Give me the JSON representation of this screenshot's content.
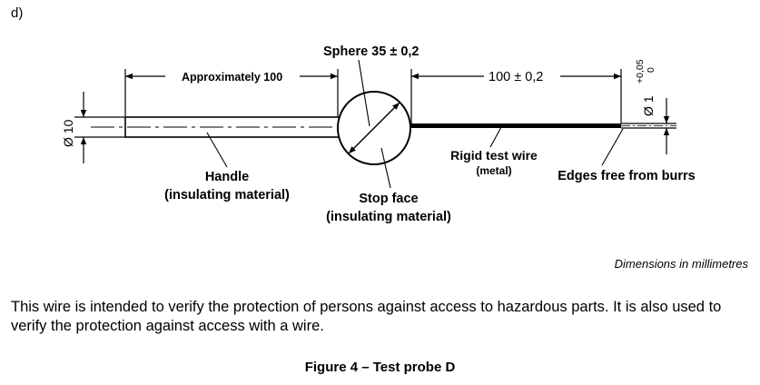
{
  "figure": {
    "label": "d)",
    "units_note": "Dimensions in millimetres",
    "description": "This wire is intended to verify the protection of persons against access to hazardous parts. It is also used to verify the protection against access with a wire.",
    "caption": "Figure 4 – Test probe D"
  },
  "drawing": {
    "sphere_label": "Sphere 35 ± 0,2",
    "approx_label": "Approximately 100",
    "wire_length_label": "100 ± 0,2",
    "handle_diameter_label": "Ø 10",
    "wire_diameter": {
      "base": "Ø 1",
      "upper_tolerance": "+0,05",
      "lower_tolerance": "0"
    },
    "handle_label": "Handle",
    "handle_material": "(insulating material)",
    "stop_face_label": "Stop face",
    "stop_face_material": "(insulating material)",
    "rigid_wire_label": "Rigid test wire",
    "rigid_wire_material": "(metal)",
    "edges_label": "Edges free from burrs"
  }
}
